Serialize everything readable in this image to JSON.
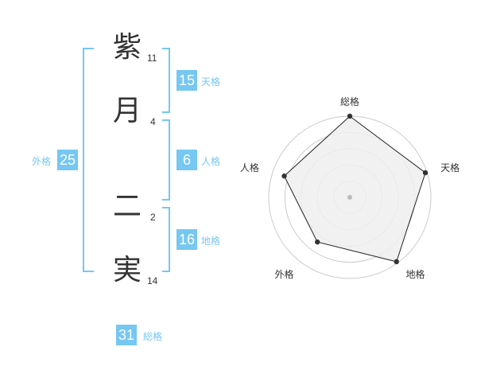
{
  "name": {
    "chars": [
      {
        "char": "紫",
        "strokes": "11"
      },
      {
        "char": "月",
        "strokes": "4"
      },
      {
        "char": "二",
        "strokes": "2"
      },
      {
        "char": "実",
        "strokes": "14"
      }
    ]
  },
  "kaku": {
    "tenkaku": {
      "value": "15",
      "label": "天格"
    },
    "jinkaku": {
      "value": "6",
      "label": "人格"
    },
    "chikaku": {
      "value": "16",
      "label": "地格"
    },
    "gaikaku": {
      "value": "25",
      "label": "外格"
    },
    "soukaku": {
      "value": "31",
      "label": "総格"
    }
  },
  "chart_data": {
    "type": "radar",
    "categories": [
      "総格",
      "天格",
      "地格",
      "外格",
      "人格"
    ],
    "values": [
      1.0,
      0.98,
      0.98,
      0.68,
      0.85
    ],
    "range": [
      0,
      1
    ],
    "rings": 5,
    "colors": {
      "fill": "#eeeeee",
      "line": "#222222",
      "ring": "#cccccc",
      "point": "#333333",
      "center": "#bbbbbb"
    }
  }
}
